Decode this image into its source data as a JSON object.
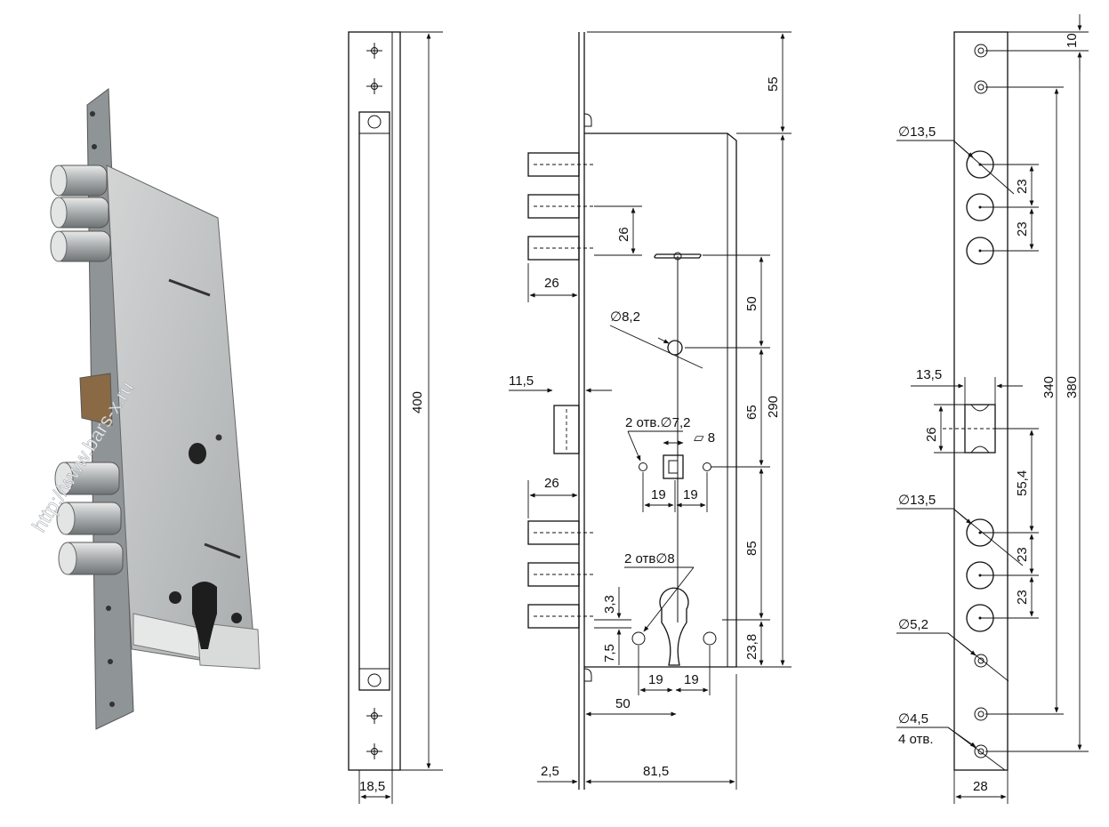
{
  "watermark": "http://www.bars-x.ru",
  "front_view": {
    "height_label": "400",
    "width_label": "18,5"
  },
  "side_view": {
    "labels": {
      "d55": "55",
      "d26_bolt_pitch": "26",
      "d26_bolt_len": "26",
      "d8_2": "∅8,2",
      "d50": "50",
      "d11_5": "11,5",
      "d65": "65",
      "d290": "290",
      "holes7_2": "2 отв.∅7,2",
      "sq8": "▱ 8",
      "d19a": "19",
      "d19b": "19",
      "d26_lower": "26",
      "d85": "85",
      "holes8": "2 отв∅8",
      "d3_3": "3,3",
      "d7_5": "7,5",
      "d23_8": "23,8",
      "d19c": "19",
      "d19d": "19",
      "d50_bottom": "50",
      "d2_5": "2,5",
      "d81_5": "81,5"
    }
  },
  "faceplate_view": {
    "labels": {
      "d10": "10",
      "d13_5_top": "∅13,5",
      "d23a": "23",
      "d23b": "23",
      "d13_5_latch": "13,5",
      "d340": "340",
      "d380": "380",
      "d26": "26",
      "d55_4": "55,4",
      "d13_5_bottom": "∅13,5",
      "d23c": "23",
      "d23d": "23",
      "d5_2": "∅5,2",
      "d4_5": "∅4,5",
      "holes4": "4 отв.",
      "d28": "28"
    }
  },
  "colors": {
    "line": "#111111",
    "metal": "#b9bcbd",
    "metal_dark": "#7d8284",
    "background": "#ffffff"
  }
}
